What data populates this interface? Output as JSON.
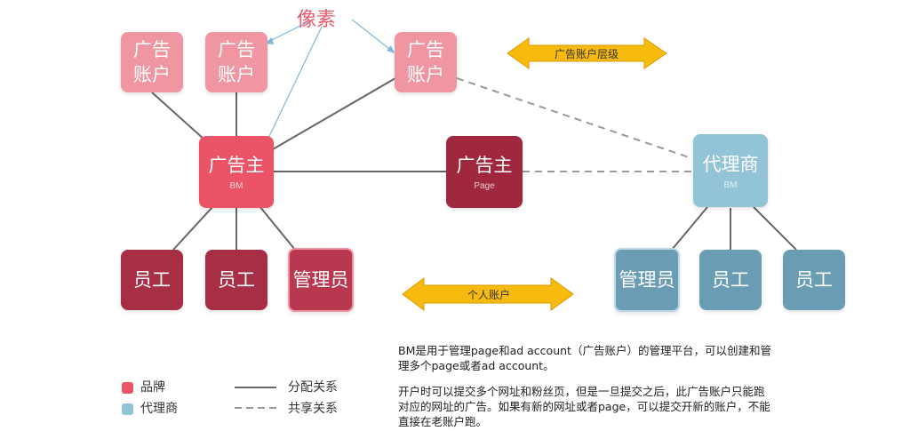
{
  "pixel_label": "像素",
  "ad_account_level": "广告账户层级",
  "personal_account": "个人账户",
  "ad_accounts": [
    {
      "line1": "广告",
      "line2": "账户"
    },
    {
      "line1": "广告",
      "line2": "账户"
    },
    {
      "line1": "广告",
      "line2": "账户"
    }
  ],
  "advertiser_bm": {
    "title": "广告主",
    "sub": "BM"
  },
  "advertiser_page": {
    "title": "广告主",
    "sub": "Page"
  },
  "agency_bm": {
    "title": "代理商",
    "sub": "BM"
  },
  "brand_staff": [
    "员工",
    "员工"
  ],
  "brand_admin": "管理员",
  "agency_admin": "管理员",
  "agency_staff": [
    "员工",
    "员工"
  ],
  "legend": {
    "brand": "品牌",
    "agency": "代理商",
    "allocation": "分配关系",
    "shared": "共享关系"
  },
  "colors": {
    "brand": "#ea5466",
    "ad_account": "#f095a2",
    "page": "#a0283e",
    "staff": "#a82e45",
    "agency": "#93c3d6",
    "agency_staff": "#6a9db3",
    "arrow": "#f5b800"
  },
  "note": {
    "p1": "BM是用于管理page和ad account（广告账户）的管理平台，可以创建和管理多个page或者ad account。",
    "p2": "开户时可以提交多个网址和粉丝页，但是一旦提交之后，此广告账户只能跑对应的网址的广告。如果有新的网址或者page，可以提交开新的账户，不能直接在老账户跑。"
  }
}
